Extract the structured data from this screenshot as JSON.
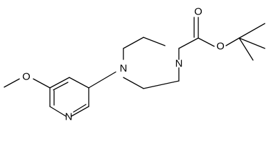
{
  "molecule": {
    "atoms": {
      "carbonyl_oxygen": "O",
      "ester_oxygen": "O",
      "piperazine_n4": "N",
      "piperazine_n1": "N",
      "methoxy_oxygen": "O",
      "pyridine_nitrogen": "N"
    }
  }
}
